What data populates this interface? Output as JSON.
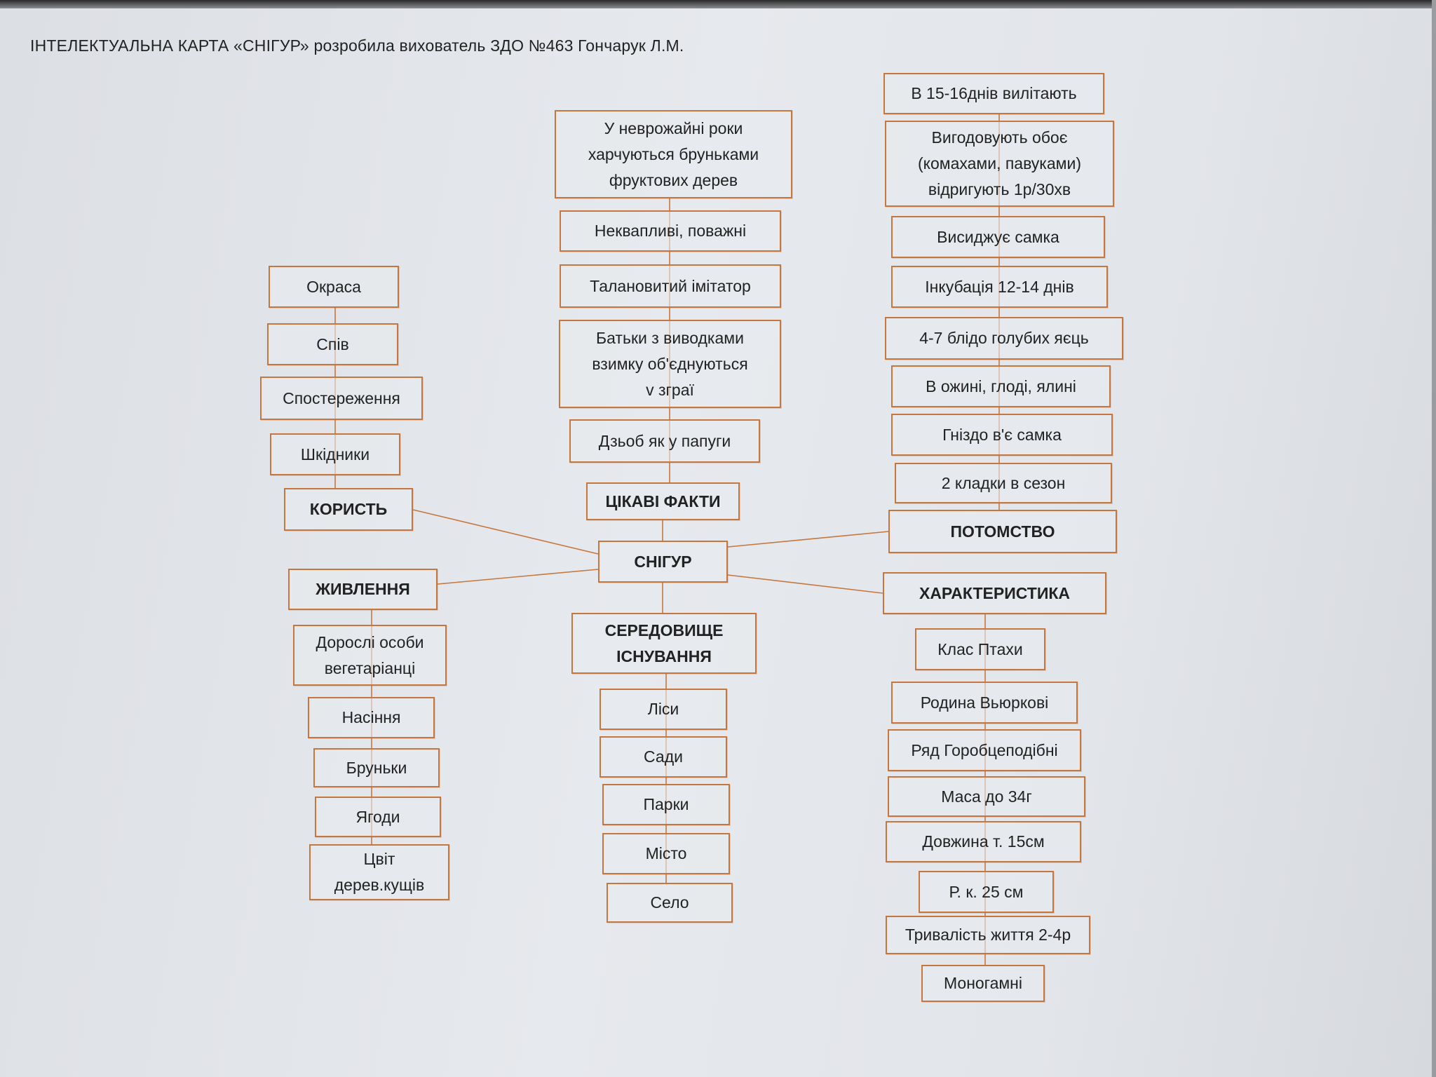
{
  "title": "ІНТЕЛЕКТУАЛЬНА КАРТА  «СНІГУР» розробила вихователь  ЗДО №463 Гончарук Л.М.",
  "colors": {
    "border": "#c6773f",
    "line": "#c6773f"
  },
  "center": "СНІГУР",
  "korysť": {
    "header": "КОРИСТЬ",
    "items": [
      "Окраса",
      "Спів",
      "Спостереження",
      "Шкідники"
    ]
  },
  "zhyvlennia": {
    "header": "ЖИВЛЕННЯ",
    "items": [
      "Дорослі особи\nвегетаріанці",
      "Насіння",
      "Бруньки",
      "Ягоди",
      "Цвіт\nдерев.кущів"
    ]
  },
  "facts": {
    "header": "ЦІКАВІ ФАКТИ",
    "items": [
      "У неврожайні роки\nхарчуються бруньками\nфруктових дерев",
      "Неквапливі, поважні",
      "Талановитий імітатор",
      "Батьки з виводками\nвзимку об'єднуються\nv  зграї",
      "Дзьоб як у папуги"
    ]
  },
  "habitat": {
    "header": "СЕРЕДОВИЩЕ\nІСНУВАННЯ",
    "items": [
      "Ліси",
      "Сади",
      "Парки",
      "Місто",
      "Село"
    ]
  },
  "offspring": {
    "header": "ПОТОМСТВО",
    "items": [
      "В 15-16днів вилітають",
      "Вигодовують обоє\n(комахами, павуками)\nвідригують 1р/30хв",
      "Висиджує самка",
      "Інкубація 12-14 днів",
      "4-7 блідо голубих яєць",
      "В ожині, глоді, ялині",
      "Гніздо в'є самка",
      "2 кладки в сезон"
    ]
  },
  "characteristics": {
    "header": "ХАРАКТЕРИСТИКА",
    "items": [
      "Клас Птахи",
      "Родина Вьюркові",
      "Ряд Горобцеподібні",
      "Маса до 34г",
      "Довжина т. 15см",
      "Р. к.  25 см",
      "Тривалість життя 2-4р",
      "Моногамні"
    ]
  }
}
